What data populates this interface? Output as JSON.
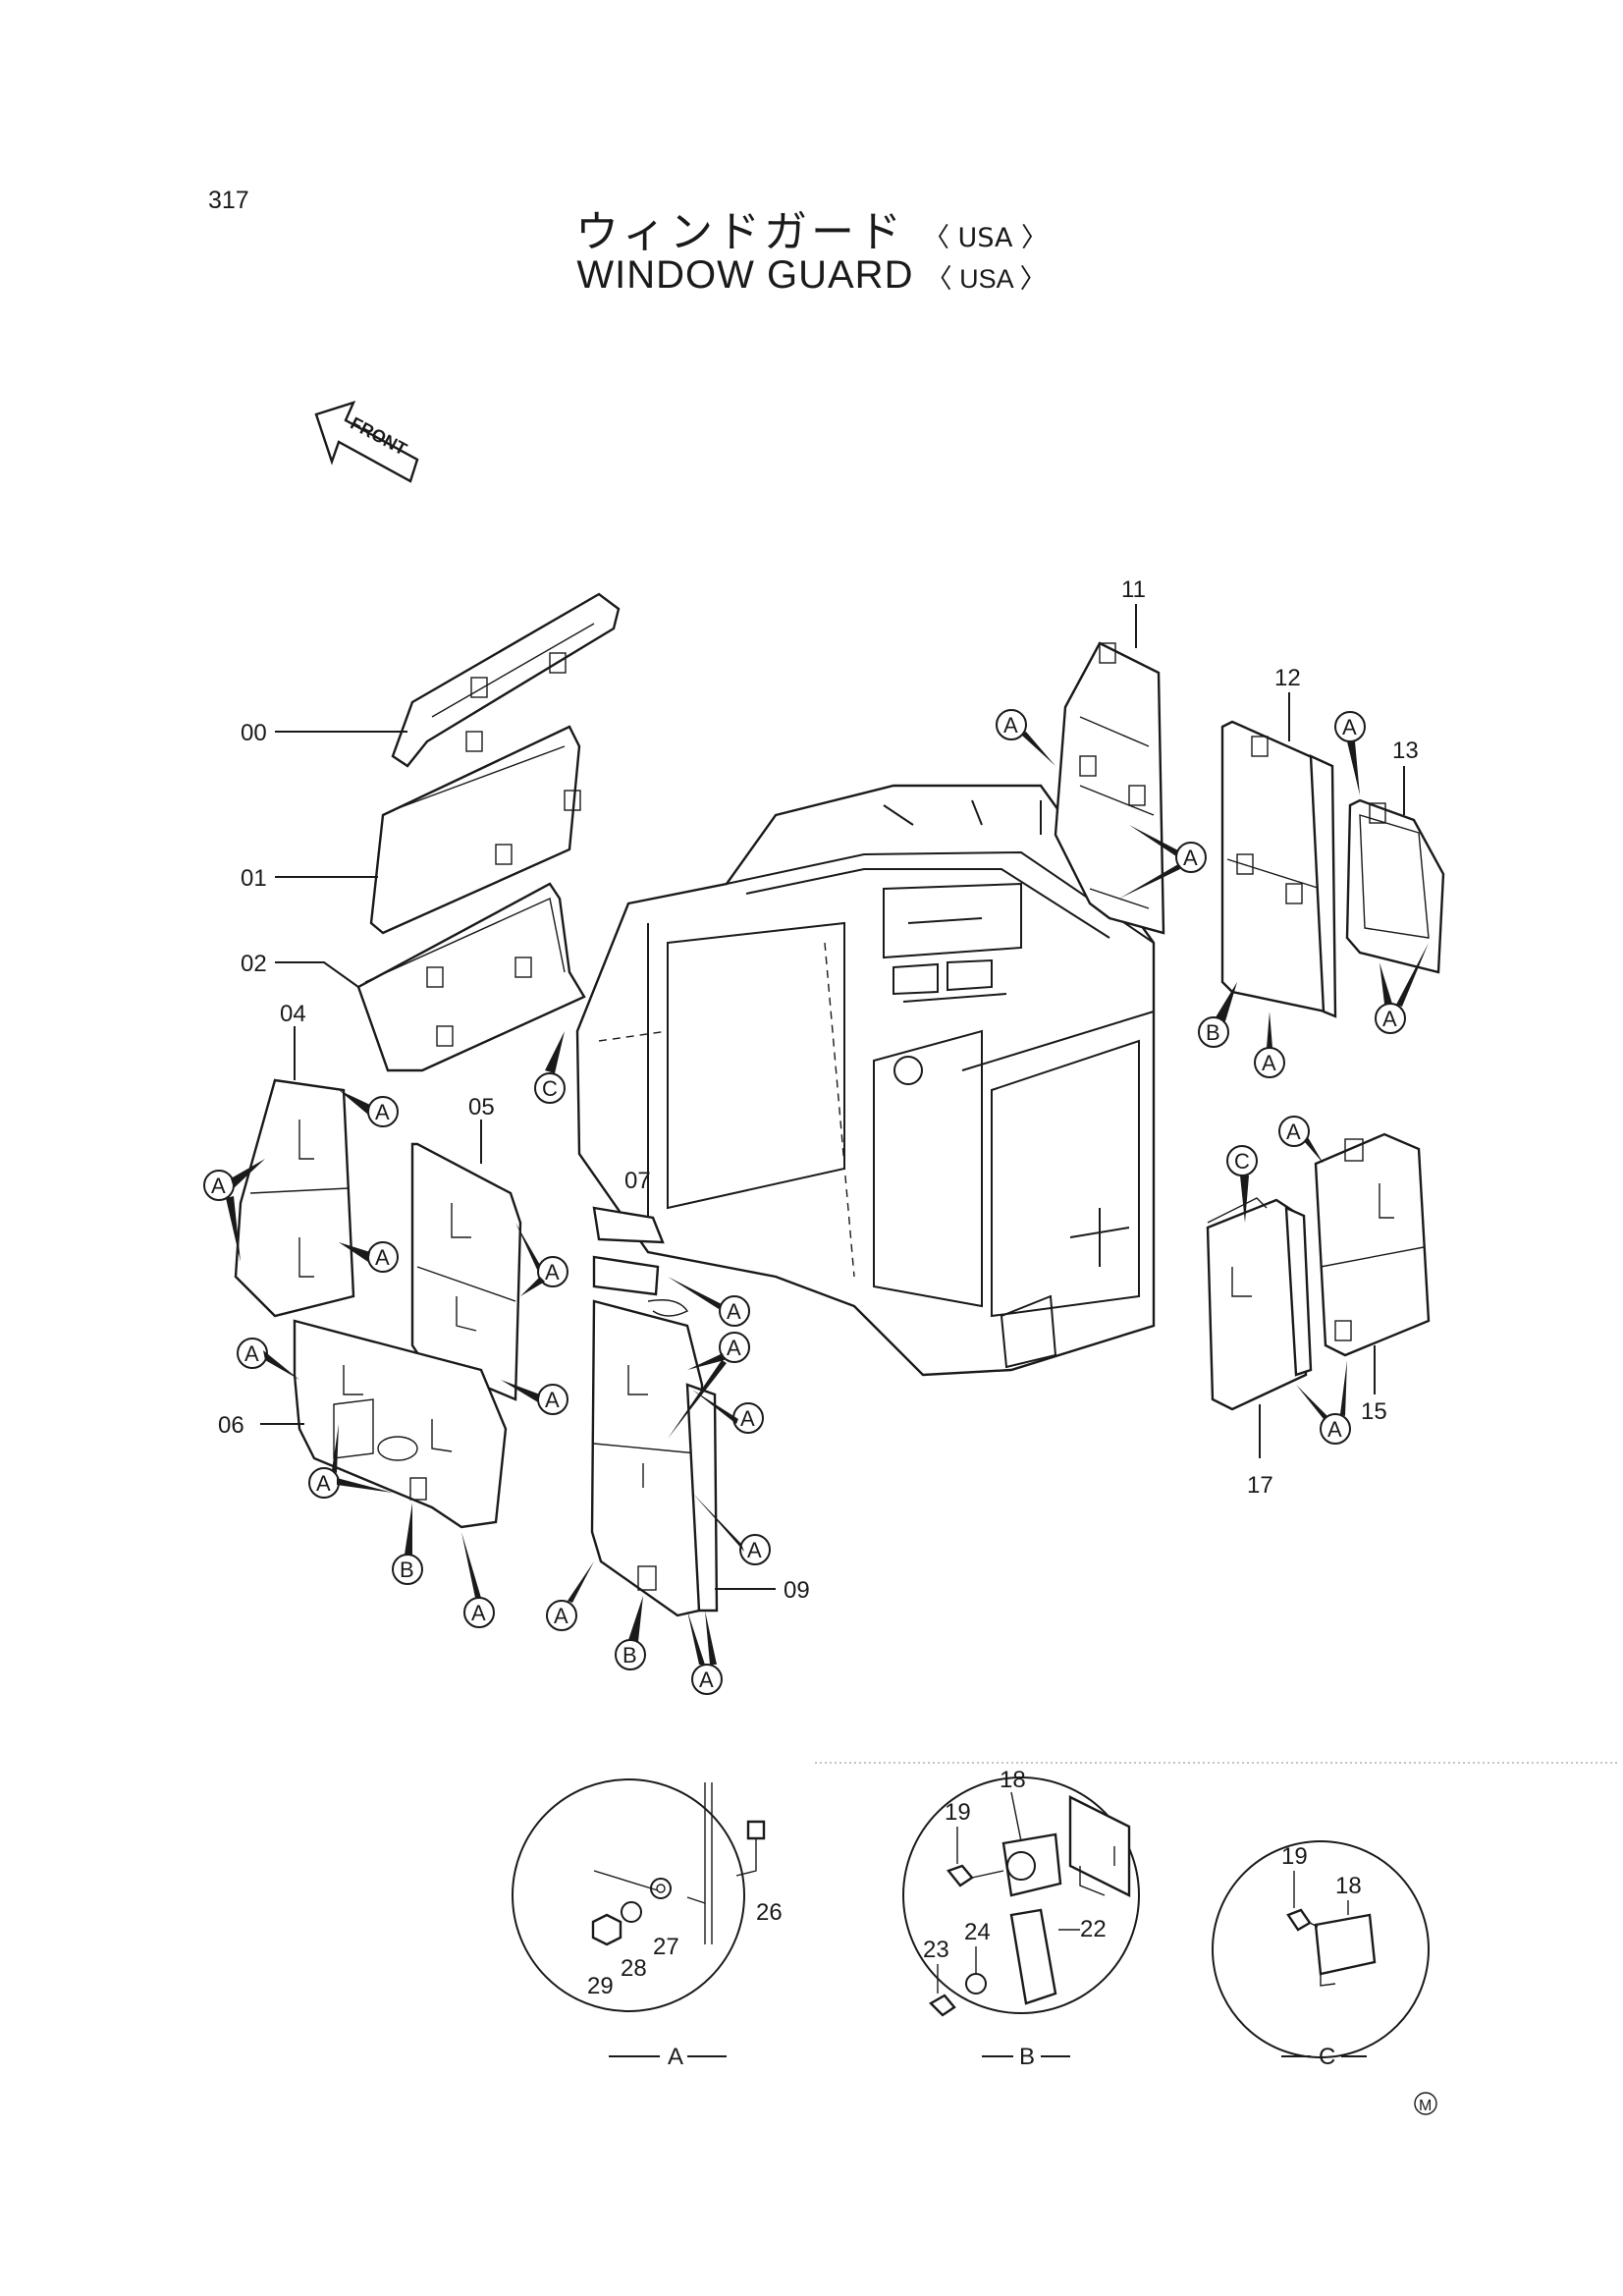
{
  "page": {
    "number": "317",
    "title_jp": "ウィンドガード",
    "title_en": "WINDOW GUARD",
    "region_tag": "〈 USA 〉",
    "front_label": "FRONT",
    "maker_mark": "M"
  },
  "parts": {
    "p00": "00",
    "p01": "01",
    "p02": "02",
    "p04": "04",
    "p05": "05",
    "p06": "06",
    "p07": "07",
    "p09": "09",
    "p11": "11",
    "p12": "12",
    "p13": "13",
    "p15": "15",
    "p17": "17",
    "p18": "18",
    "p19": "19",
    "p22": "22",
    "p23": "23",
    "p24": "24",
    "p26": "26",
    "p27": "27",
    "p28": "28",
    "p29": "29"
  },
  "refs": {
    "a": "A",
    "b": "B",
    "c": "C"
  },
  "details": {
    "a": "A",
    "b": "B",
    "c": "C"
  }
}
